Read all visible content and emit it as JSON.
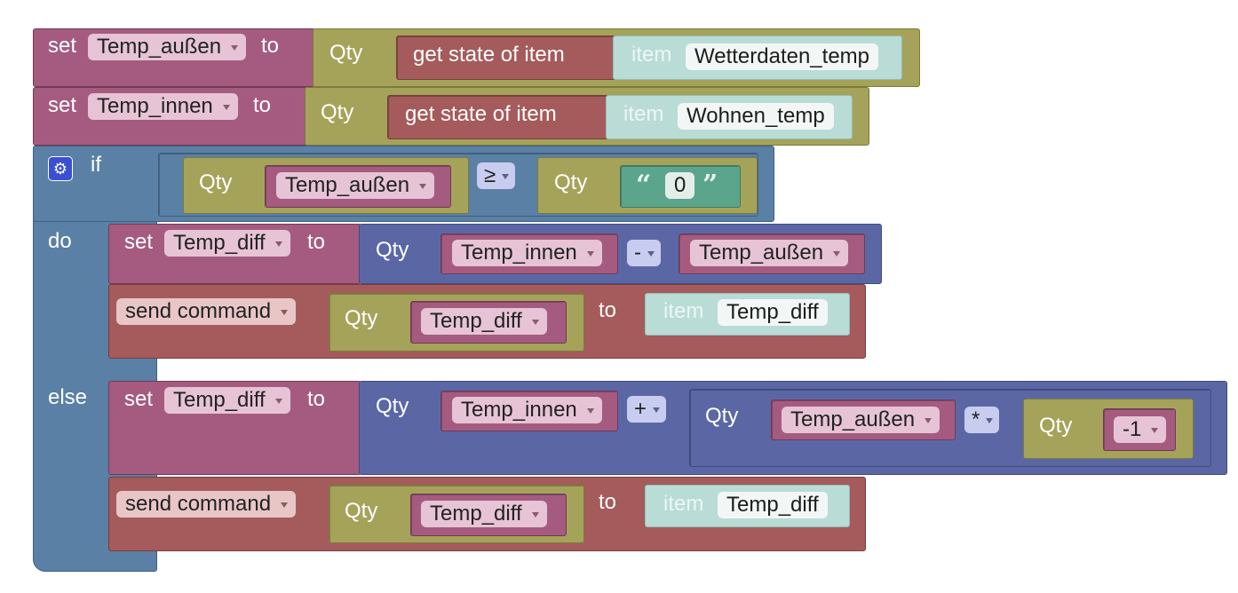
{
  "colors": {
    "variables": "#a55b80",
    "quantity": "#a5a35a",
    "command": "#a55b5b",
    "logic": "#5b80a5",
    "math": "#5b67a5",
    "item": "#b9dcd7",
    "text": "#5ba58c"
  },
  "kw": {
    "set": "set",
    "to": "to",
    "qty": "Qty",
    "get_state": "get state of item",
    "item": "item",
    "if": "if",
    "do": "do",
    "else": "else",
    "send_command": "send command"
  },
  "vars": {
    "temp_aussen": "Temp_außen",
    "temp_innen": "Temp_innen",
    "temp_diff": "Temp_diff"
  },
  "items": {
    "wetter": "Wetterdaten_temp",
    "wohnen": "Wohnen_temp",
    "diff": "Temp_diff"
  },
  "ops": {
    "gte": "≥",
    "minus": "-",
    "plus": "+",
    "times": "*"
  },
  "values": {
    "zero": "0",
    "neg_one": "-1"
  },
  "icons": {
    "mutator": "gear-icon",
    "open_quote": "“",
    "close_quote": "”"
  }
}
